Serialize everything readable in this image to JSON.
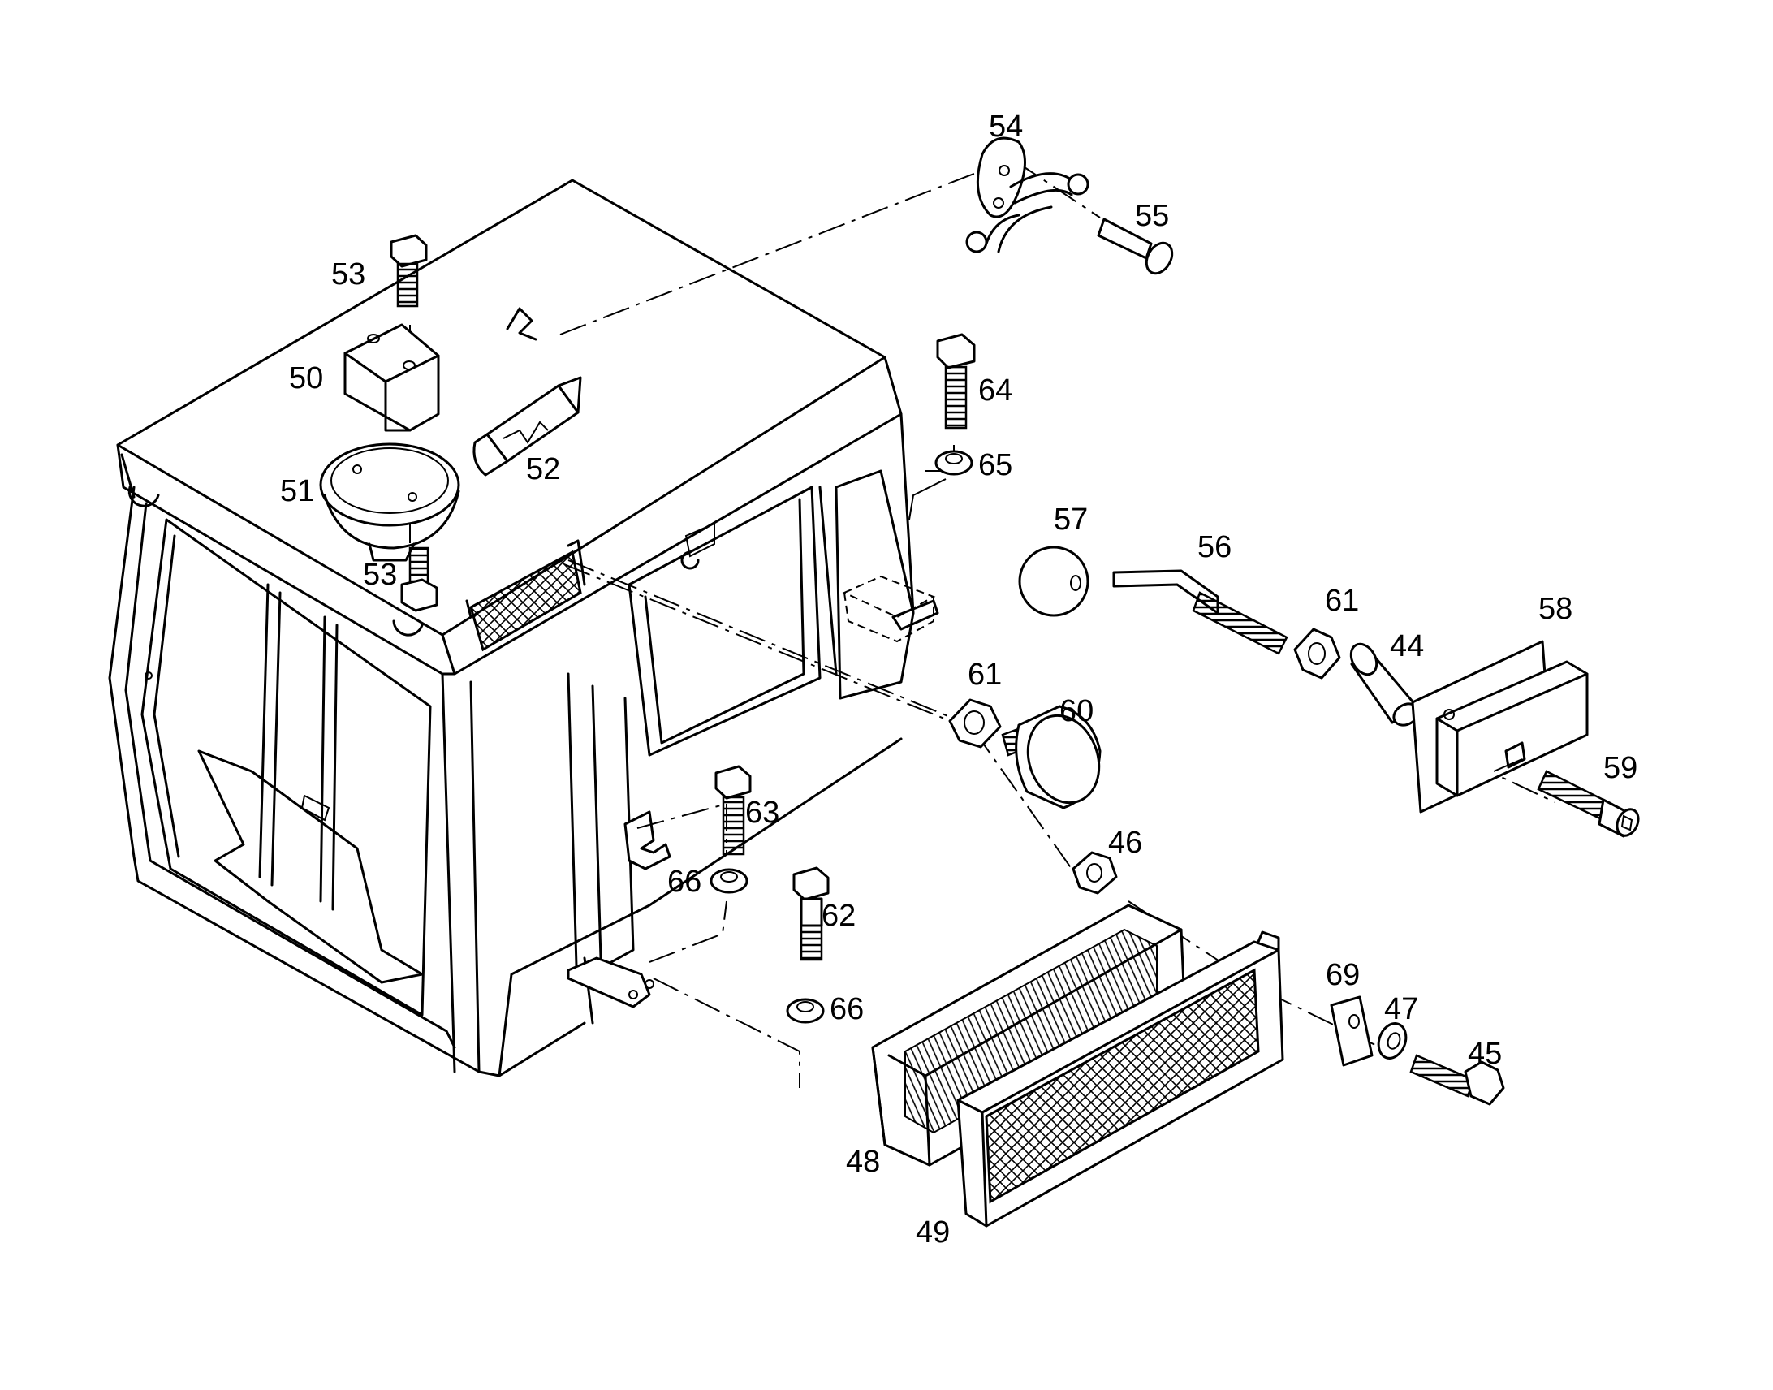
{
  "figure": {
    "type": "exploded-parts-diagram",
    "subject": "tractor-cab-components",
    "line_color": "#000000",
    "background_color": "#ffffff"
  },
  "callouts": {
    "c44": "44",
    "c45": "45",
    "c46": "46",
    "c47": "47",
    "c48": "48",
    "c49": "49",
    "c50": "50",
    "c51": "51",
    "c52": "52",
    "c53a": "53",
    "c53b": "53",
    "c54": "54",
    "c55": "55",
    "c56": "56",
    "c57": "57",
    "c58": "58",
    "c59": "59",
    "c60": "60",
    "c61a": "61",
    "c61b": "61",
    "c62": "62",
    "c63": "63",
    "c64": "64",
    "c65": "65",
    "c66a": "66",
    "c66b": "66",
    "c69": "69"
  }
}
